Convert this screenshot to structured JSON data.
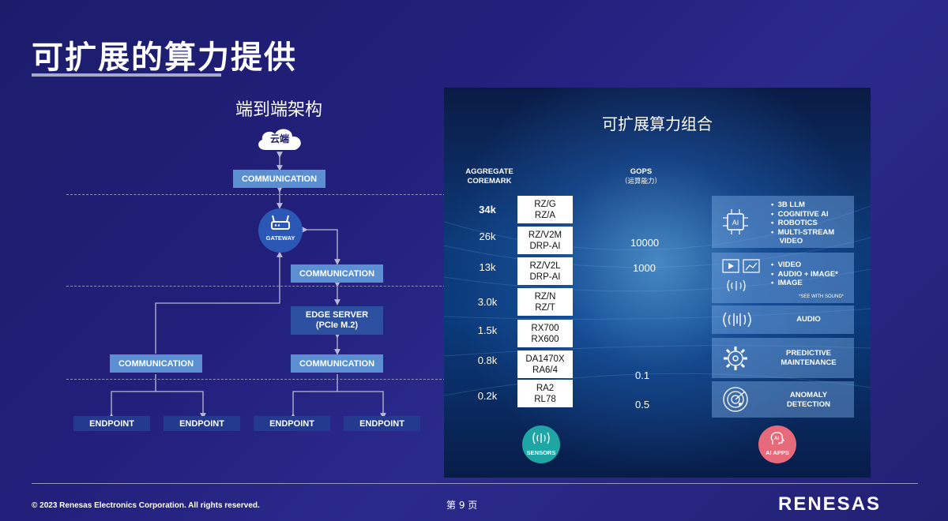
{
  "page": {
    "title": "可扩展的算力提供",
    "page_number": "第 9 页",
    "copyright": "© 2023 Renesas Electronics Corporation. All rights reserved.",
    "logo": "RENESAS"
  },
  "architecture": {
    "heading": "端到端架构",
    "cloud_label": "云端",
    "gateway_label": "GATEWAY",
    "communication_label": "COMMUNICATION",
    "edge_server_line1": "EDGE SERVER",
    "edge_server_line2": "(PCIe M.2)",
    "endpoint_label": "ENDPOINT"
  },
  "compute": {
    "heading": "可扩展算力组合",
    "coremark_header_line1": "AGGREGATE",
    "coremark_header_line2": "COREMARK",
    "gops_header_line1": "GOPS",
    "gops_header_line2": "（运算能力）",
    "rows": [
      {
        "coremark": "34k",
        "chip_line1": "RZ/G",
        "chip_line2": "RZ/A"
      },
      {
        "coremark": "26k",
        "chip_line1": "RZ/V2M",
        "chip_line2": "DRP-AI"
      },
      {
        "coremark": "13k",
        "chip_line1": "RZ/V2L",
        "chip_line2": "DRP-AI"
      },
      {
        "coremark": "3.0k",
        "chip_line1": "RZ/N",
        "chip_line2": "RZ/T"
      },
      {
        "coremark": "1.5k",
        "chip_line1": "RX700",
        "chip_line2": "RX600"
      },
      {
        "coremark": "0.8k",
        "chip_line1": "DA1470X",
        "chip_line2": "RA6/4"
      },
      {
        "coremark": "0.2k",
        "chip_line1": "RA2",
        "chip_line2": "RL78"
      }
    ],
    "gops": [
      "10000",
      "1000",
      "0.1",
      "0.5"
    ],
    "apps": {
      "ai": [
        "3B LLM",
        "COGNITIVE AI",
        "ROBOTICS",
        "MULTI-STREAM"
      ],
      "ai_video": "VIDEO",
      "media": [
        "VIDEO",
        "AUDIO + IMAGE*",
        "IMAGE"
      ],
      "media_note": "*SEE WITH SOUND*",
      "audio": "AUDIO",
      "predictive_line1": "PREDICTIVE",
      "predictive_line2": "MAINTENANCE",
      "anomaly_line1": "ANOMALY",
      "anomaly_line2": "DETECTION"
    },
    "sensors_label": "SENSORS",
    "ai_apps_label": "AI APPS",
    "colors": {
      "sensors": "#1fa6a4",
      "ai_apps": "#e66a7a"
    }
  }
}
